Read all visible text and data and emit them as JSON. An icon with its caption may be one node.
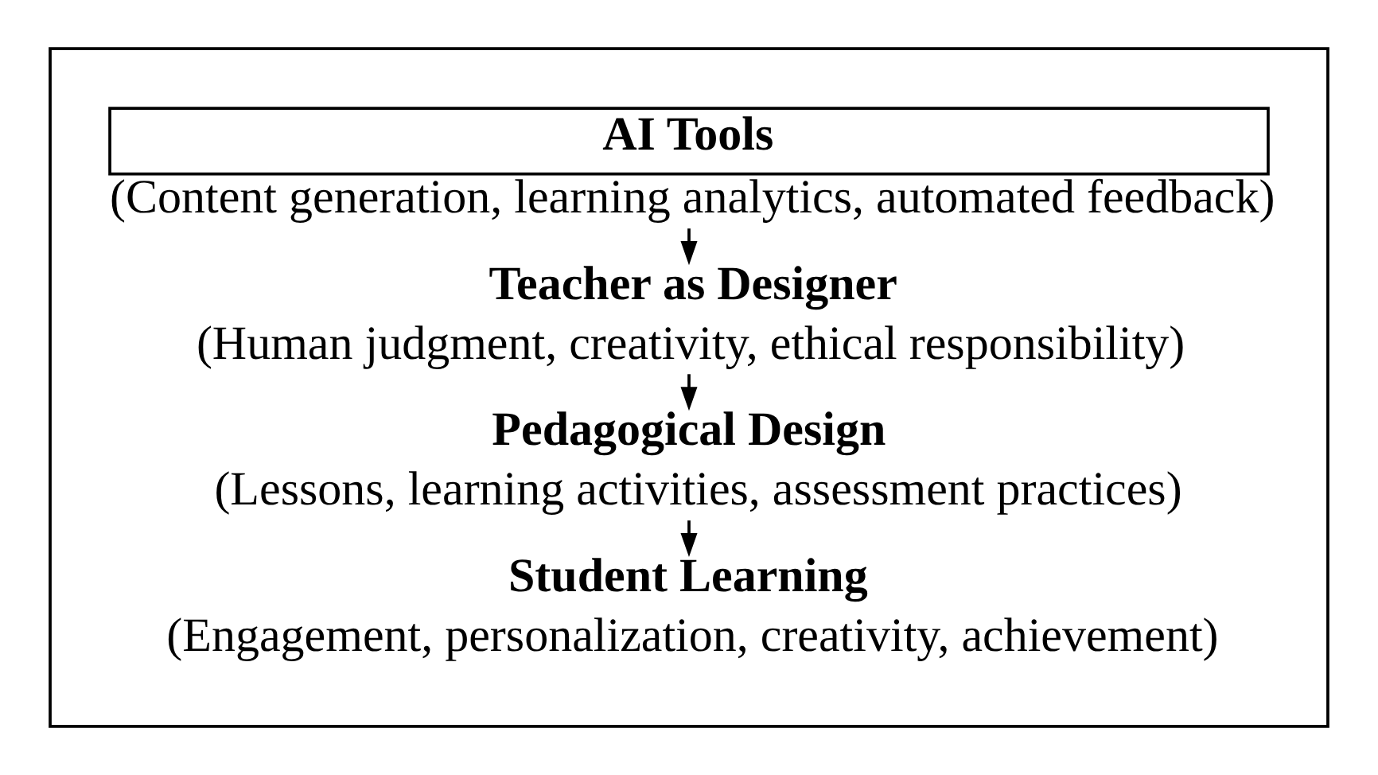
{
  "diagram": {
    "nodes": [
      {
        "text": [],
        "shape": "box"
      },
      {
        "text": [
          "AI Tools"
        ],
        "in": 0,
        "beside": [
          "(Content generation, learning analytics, automated feedback)"
        ]
      },
      {
        "text": [
          "Teacher as Designer",
          "(Human judgment, creativity, ethical responsibility)"
        ],
        "in": 0
      },
      {
        "text": [
          "Pedagogical Design",
          "(Lessons, learning activities, assessment practices)"
        ],
        "in": 0
      },
      {
        "text": [
          "Student Learning",
          "(Engagement, personalization, creativity, achievement)"
        ],
        "in": 0
      }
    ],
    "edges": [
      {
        "from": 1,
        "to": 2,
        "arrow": "to"
      },
      {
        "from": 2,
        "to": 3,
        "arrow": "to"
      },
      {
        "from": 3,
        "to": 4,
        "arrow": "to"
      }
    ]
  }
}
